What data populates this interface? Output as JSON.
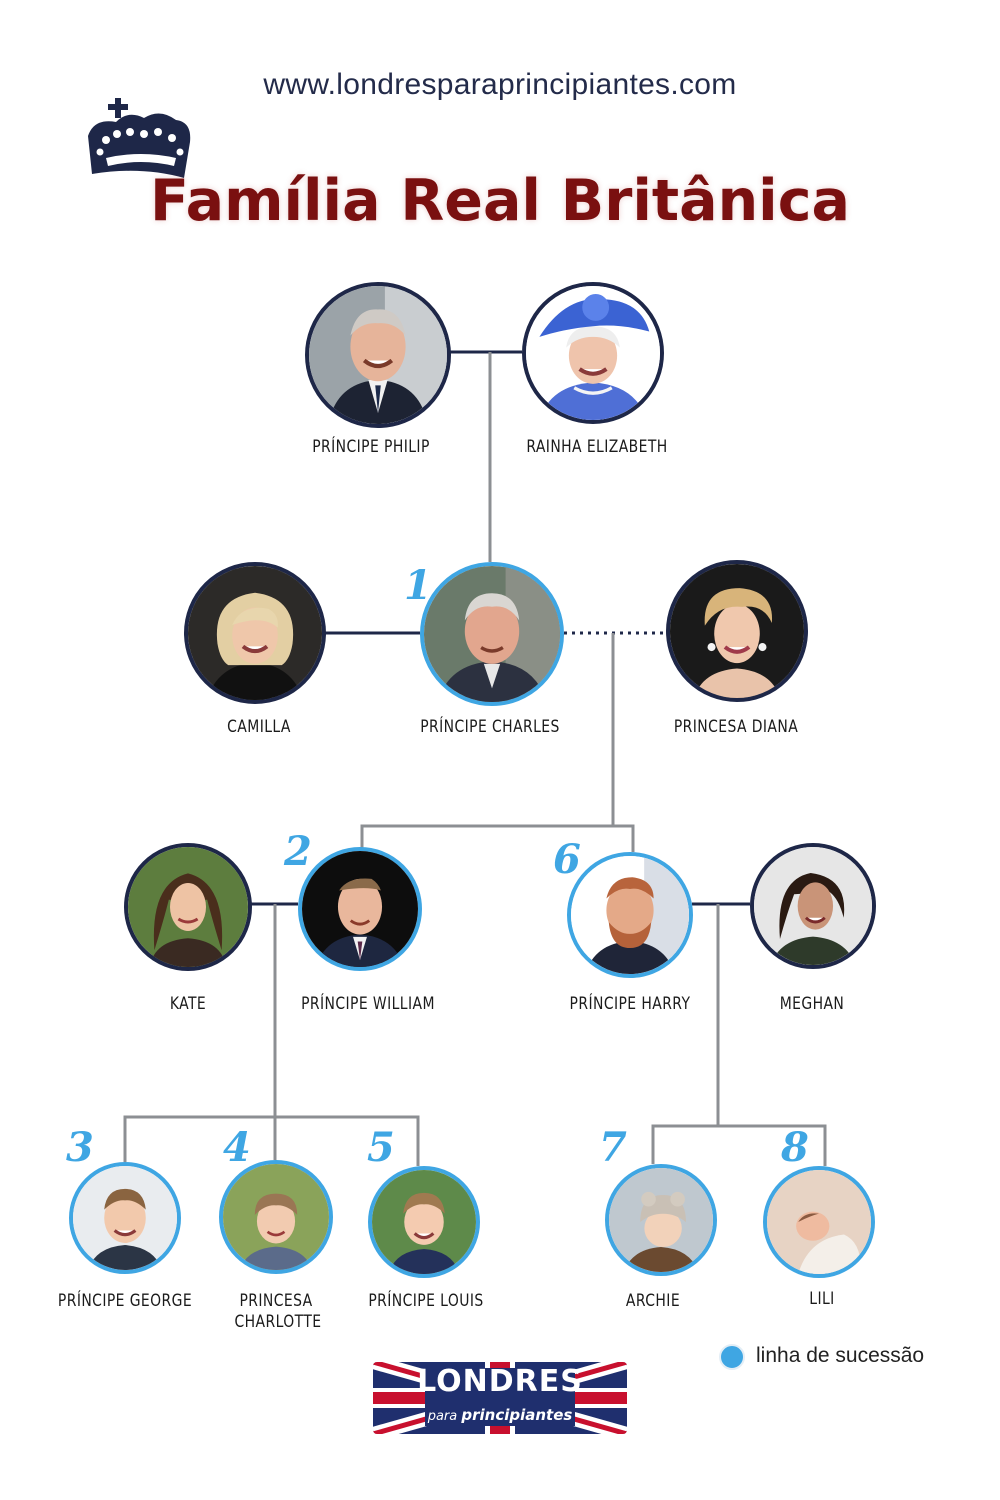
{
  "header": {
    "website": "www.londresparaprincipiantes.com",
    "title": "Família Real Britânica"
  },
  "crown_icon": "crown-icon",
  "colors": {
    "title": "#7a1010",
    "navy": "#1e2748",
    "succession_blue": "#3fa6e3",
    "connector_gray": "#8c8f93"
  },
  "people": {
    "philip": {
      "name": "PRÍNCIPE PHILIP",
      "succession": ""
    },
    "elizabeth": {
      "name": "RAINHA ELIZABETH",
      "succession": ""
    },
    "camilla": {
      "name": "CAMILLA",
      "succession": ""
    },
    "charles": {
      "name": "PRÍNCIPE CHARLES",
      "succession": "1"
    },
    "diana": {
      "name": "PRINCESA DIANA",
      "succession": ""
    },
    "kate": {
      "name": "KATE",
      "succession": ""
    },
    "william": {
      "name": "PRÍNCIPE WILLIAM",
      "succession": "2"
    },
    "harry": {
      "name": "PRÍNCIPE HARRY",
      "succession": "6"
    },
    "meghan": {
      "name": "MEGHAN",
      "succession": ""
    },
    "george": {
      "name": "PRÍNCIPE GEORGE",
      "succession": "3"
    },
    "charlotte": {
      "name_line1": "PRINCESA",
      "name_line2": "CHARLOTTE",
      "succession": "4"
    },
    "louis": {
      "name": "PRÍNCIPE LOUIS",
      "succession": "5"
    },
    "archie": {
      "name": "ARCHIE",
      "succession": "7"
    },
    "lili": {
      "name": "LILI",
      "succession": "8"
    }
  },
  "legend": {
    "label": "linha de sucessão"
  },
  "logo": {
    "word": "LONDRES",
    "sub_small": "para",
    "sub_bold": "principiantes"
  }
}
